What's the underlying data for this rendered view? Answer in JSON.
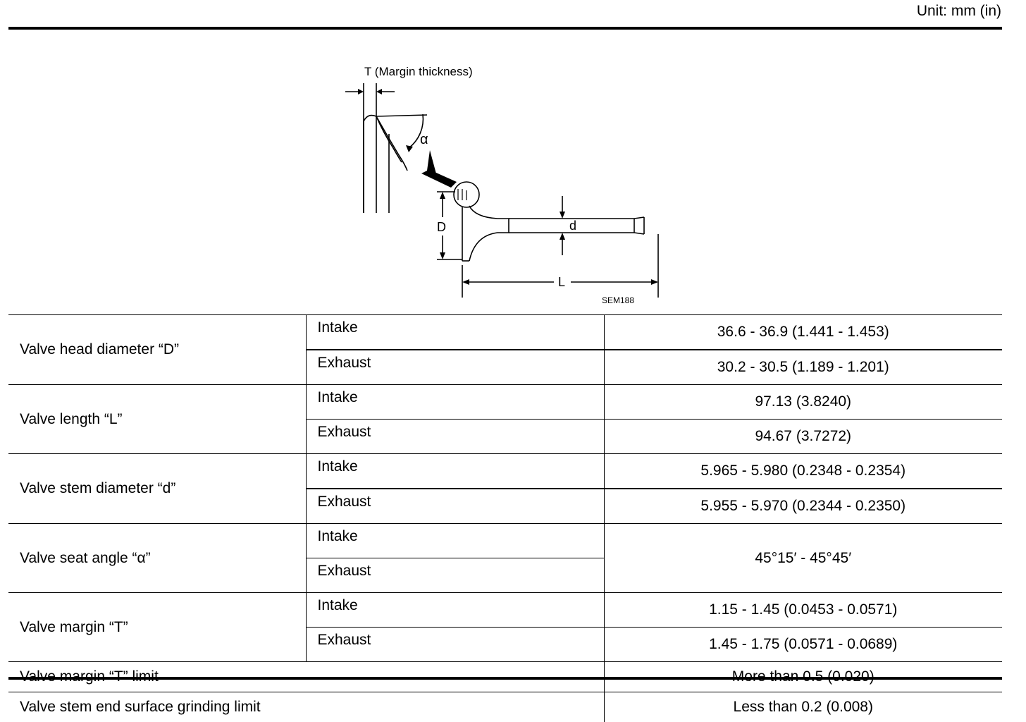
{
  "header": {
    "unit": "Unit: mm (in)"
  },
  "figure": {
    "margin_label": "T (Margin thickness)",
    "angle_label": "α",
    "head_diameter_label": "D",
    "stem_diameter_label": "d",
    "length_label": "L",
    "figure_code": "SEM188"
  },
  "table": {
    "valve_head_diameter": {
      "label": "Valve head diameter “D”",
      "intake_label": "Intake",
      "intake_value": "36.6 - 36.9 (1.441 - 1.453)",
      "exhaust_label": "Exhaust",
      "exhaust_value": "30.2 - 30.5 (1.189 - 1.201)"
    },
    "valve_length": {
      "label": "Valve length “L”",
      "intake_label": "Intake",
      "intake_value": "97.13 (3.8240)",
      "exhaust_label": "Exhaust",
      "exhaust_value": "94.67 (3.7272)"
    },
    "valve_stem_diameter": {
      "label": "Valve stem diameter “d”",
      "intake_label": "Intake",
      "intake_value": "5.965 - 5.980 (0.2348 - 0.2354)",
      "exhaust_label": "Exhaust",
      "exhaust_value": "5.955 - 5.970 (0.2344 - 0.2350)"
    },
    "valve_seat_angle": {
      "label": "Valve seat angle “α”",
      "intake_label": "Intake",
      "exhaust_label": "Exhaust",
      "value": "45°15′ - 45°45′"
    },
    "valve_margin": {
      "label": "Valve margin “T”",
      "intake_label": "Intake",
      "intake_value": "1.15 - 1.45 (0.0453 - 0.0571)",
      "exhaust_label": "Exhaust",
      "exhaust_value": "1.45 - 1.75 (0.0571 - 0.0689)"
    },
    "valve_margin_limit": {
      "label": "Valve margin “T” limit",
      "value": "More than 0.5 (0.020)"
    },
    "stem_end_grinding_limit": {
      "label": "Valve stem end surface grinding limit",
      "value": "Less than 0.2 (0.008)"
    }
  }
}
